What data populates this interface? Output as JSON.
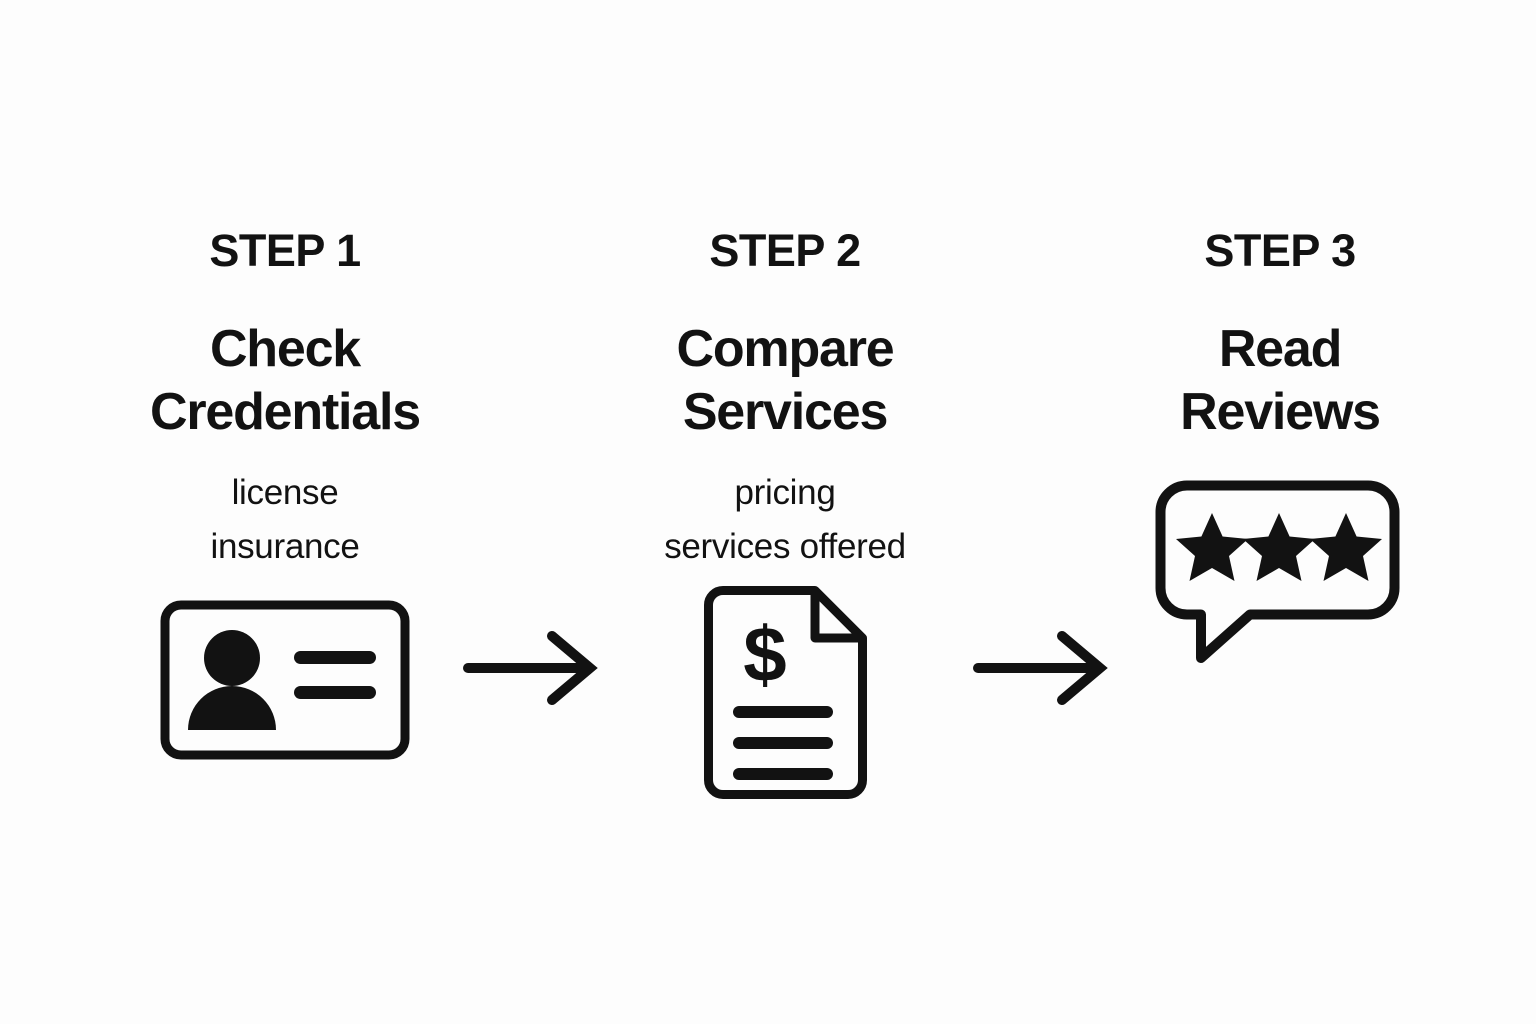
{
  "background_color": "#fdfdfd",
  "stroke_color": "#121212",
  "steps": [
    {
      "label": "STEP 1",
      "title_lines": [
        "Check",
        "Credentials"
      ],
      "sub_lines": [
        "license",
        "insurance"
      ],
      "icon": "id-card-icon"
    },
    {
      "label": "STEP 2",
      "title_lines": [
        "Compare",
        "Services"
      ],
      "sub_lines": [
        "pricing",
        "services offered"
      ],
      "icon": "invoice-document-icon"
    },
    {
      "label": "STEP 3",
      "title_lines": [
        "Read",
        "Reviews"
      ],
      "sub_lines": [],
      "icon": "review-speech-bubble-icon"
    }
  ],
  "connectors": [
    {
      "name": "arrow-right-icon",
      "from": "STEP 1",
      "to": "STEP 2"
    },
    {
      "name": "arrow-right-icon",
      "from": "STEP 2",
      "to": "STEP 3"
    }
  ],
  "review_stars": {
    "count": 3,
    "filled": true
  }
}
